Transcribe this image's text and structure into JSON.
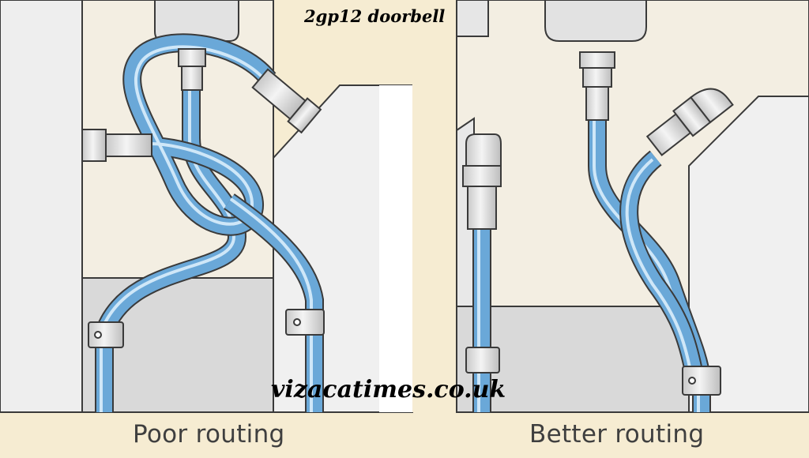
{
  "watermark": {
    "top_text": "2gp12 doorbell",
    "bottom_text": "vizacatimes.co.uk"
  },
  "panels": [
    {
      "caption": "Poor routing"
    },
    {
      "caption": "Better routing"
    }
  ],
  "colors": {
    "background": "#f6ecd2",
    "wall": "#ececec",
    "panel_shadow": "#d8d8d8",
    "outline": "#3a3a3a",
    "tube": "#6aa8d8",
    "tube_highlight": "#cfe7f8",
    "fitting": "#e6e6e6"
  }
}
